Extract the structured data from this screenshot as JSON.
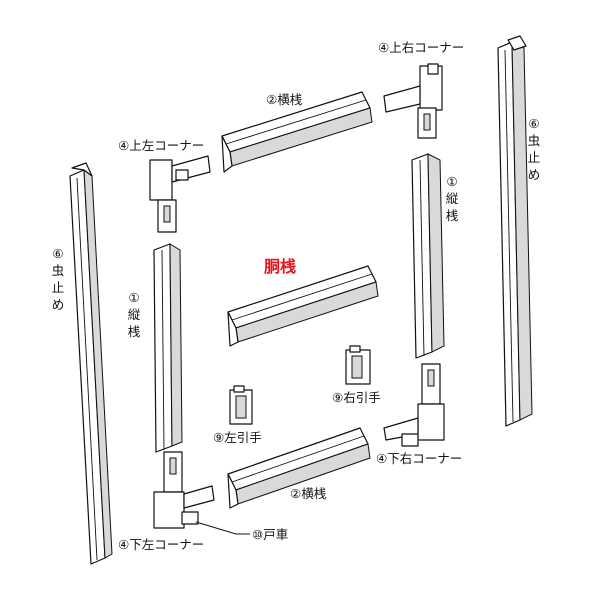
{
  "diagram": {
    "title": "胴桟",
    "title_color": "#e8141e",
    "labels": {
      "top_rail": "②横桟",
      "bottom_rail": "②横桟",
      "top_left_corner": "④上左コーナー",
      "top_right_corner": "④上右コーナー",
      "bottom_left_corner": "④下左コーナー",
      "bottom_right_corner": "④下右コーナー",
      "left_handle": "⑨左引手",
      "right_handle": "⑨右引手",
      "door_roller": "⑩戸車",
      "left_stile": [
        "①",
        "縦",
        "桟"
      ],
      "right_stile": [
        "①",
        "縦",
        "桟"
      ],
      "left_bug_guard": [
        "⑥",
        "虫",
        "止",
        "め"
      ],
      "right_bug_guard": [
        "⑥",
        "虫",
        "止",
        "め"
      ]
    }
  }
}
